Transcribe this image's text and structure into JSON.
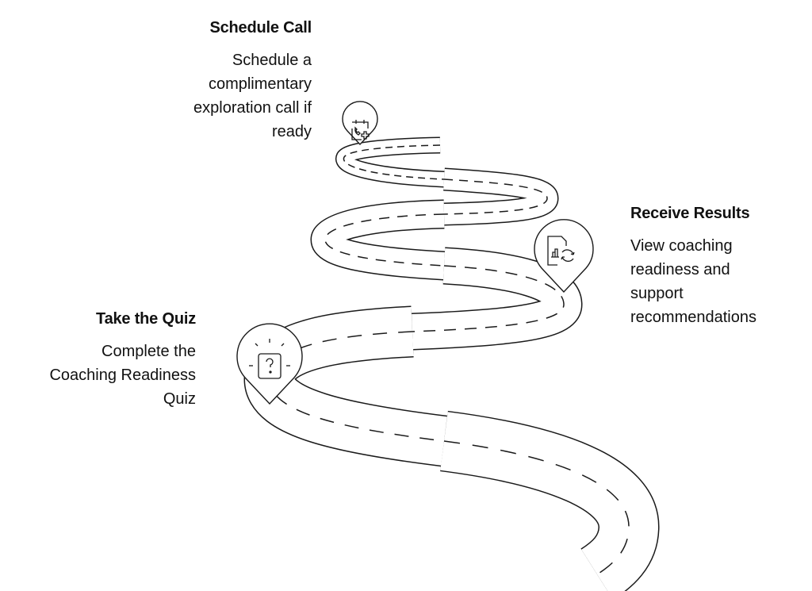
{
  "diagram": {
    "type": "winding-road-journey",
    "steps": [
      {
        "order": 1,
        "title": "Take the Quiz",
        "description": "Complete the Coaching Readiness Quiz",
        "description_lines": [
          "Complete the",
          "Coaching Readiness",
          "Quiz"
        ],
        "icon": "question-box-icon"
      },
      {
        "order": 2,
        "title": "Receive Results",
        "description": "View coaching readiness and support recommendations",
        "description_lines": [
          "View coaching",
          "readiness and",
          "support",
          "recommendations"
        ],
        "icon": "document-chart-refresh-icon"
      },
      {
        "order": 3,
        "title": "Schedule Call",
        "description": "Schedule a complimentary exploration call if ready",
        "description_lines": [
          "Schedule a",
          "complimentary",
          "exploration call if",
          "ready"
        ],
        "icon": "calendar-phone-plus-icon"
      }
    ],
    "colors": {
      "line": "#1a1a1a",
      "background": "#ffffff"
    }
  }
}
